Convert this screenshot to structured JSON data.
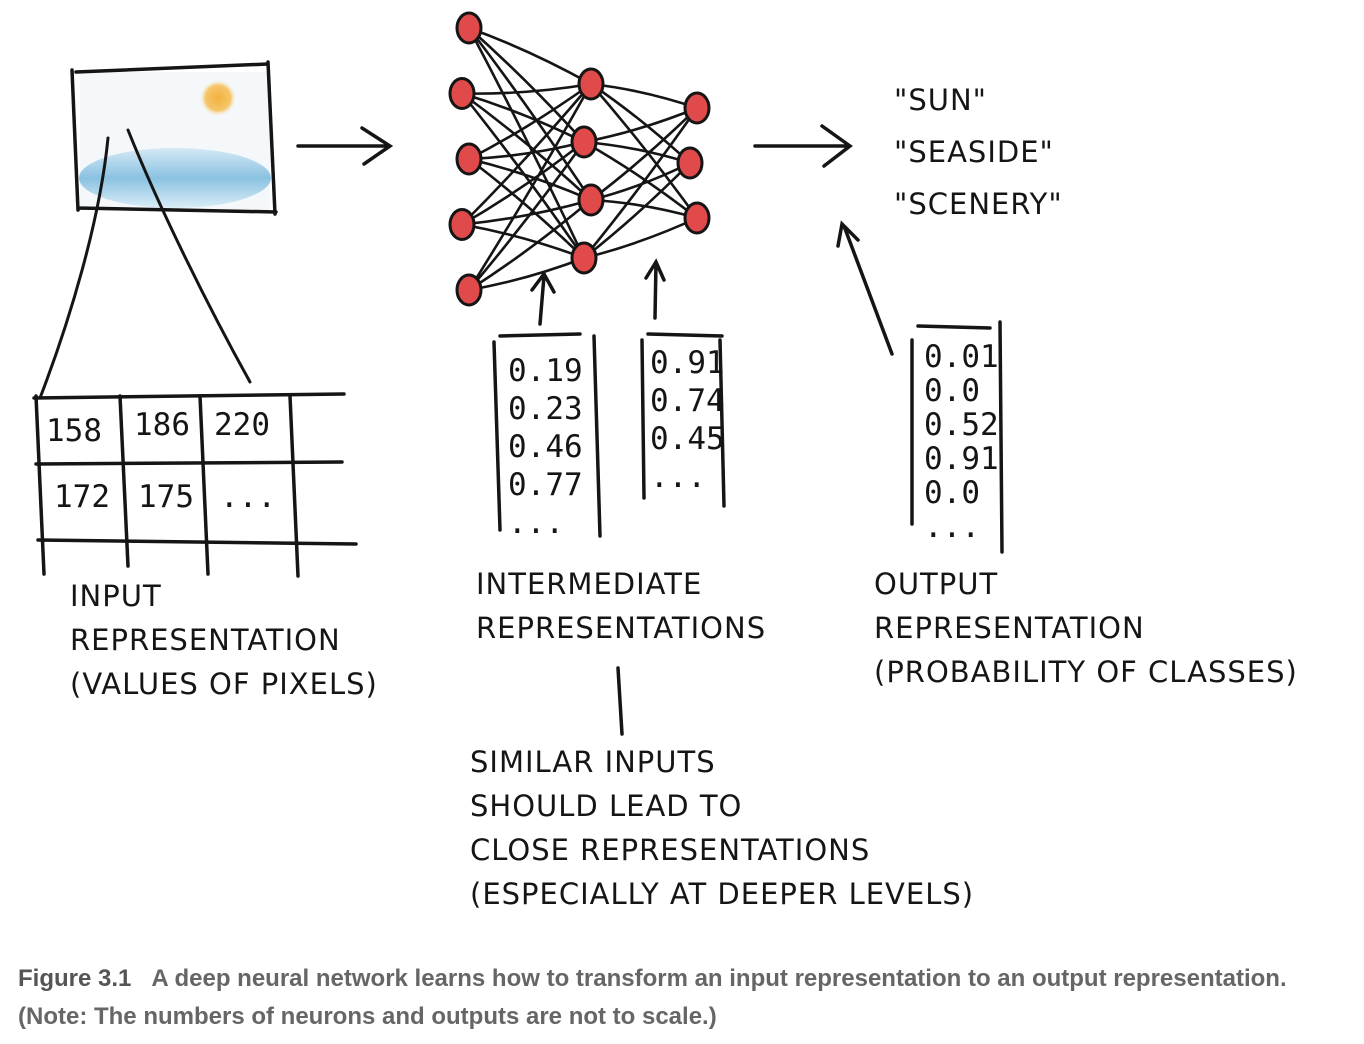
{
  "colors": {
    "ink": "#151515",
    "neuron_fill": "#e04a4a",
    "sun": "#f0b64a",
    "sea": "#6fb4dc",
    "caption": "#666666"
  },
  "input": {
    "table_rows": [
      [
        "158",
        "186",
        "220",
        ""
      ],
      [
        "172",
        "175",
        "...",
        ""
      ]
    ],
    "label": [
      "INPUT",
      "REPRESENTATION",
      "(VALUES OF PIXELS)"
    ]
  },
  "network": {
    "layers": [
      5,
      4,
      3
    ]
  },
  "intermediate": {
    "column1": [
      "0.19",
      "0.23",
      "0.46",
      "0.77",
      "..."
    ],
    "column2": [
      "0.91",
      "0.74",
      "0.45",
      "..."
    ],
    "label": [
      "INTERMEDIATE",
      "REPRESENTATIONS"
    ]
  },
  "output": {
    "values": [
      "0.01",
      "0.0",
      "0.52",
      "0.91",
      "0.0",
      "..."
    ],
    "classes": [
      "\"SUN\"",
      "\"SEASIDE\"",
      "\"SCENERY\""
    ],
    "label": [
      "OUTPUT",
      "REPRESENTATION",
      "(PROBABILITY OF CLASSES)"
    ]
  },
  "note": [
    "SIMILAR INPUTS",
    "SHOULD LEAD TO",
    "CLOSE REPRESENTATIONS",
    "(ESPECIALLY AT DEEPER LEVELS)"
  ],
  "caption": {
    "figure": "Figure 3.1",
    "text": "A deep neural network learns how to transform an input representation to an output representation. (Note: The numbers of neurons and outputs are not to scale.)"
  }
}
